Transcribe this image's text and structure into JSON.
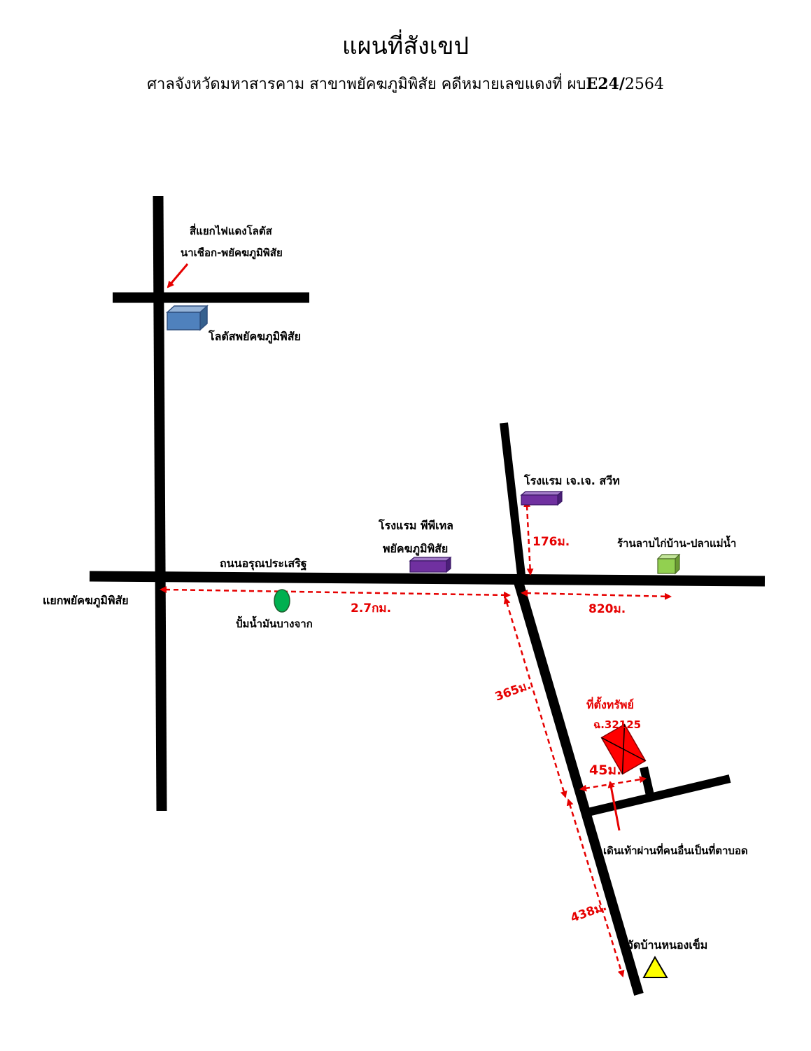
{
  "header": {
    "title": "แผนที่สังเขป",
    "subtitle_prefix": "ศาลจังหวัดมหาสารคาม สาขาพยัคฆภูมิพิสัย คดีหมายเลขแดงที่ ผบ",
    "subtitle_case": "E24/",
    "subtitle_year": "2564"
  },
  "labels": {
    "intersection_lotus_line1": "สี่แยกไฟแดงโลตัส",
    "intersection_lotus_line2": "นาเชือก-พยัคฆภูมิพิสัย",
    "lotus_store": "โลตัสพยัคฆภูมิพิสัย",
    "hotel_jj": "โรงแรม เจ.เจ. สวีท",
    "hotel_pp_line1": "โรงแรม พีพีเทล",
    "hotel_pp_line2": "พยัคฆภูมิพิสัย",
    "shop": "ร้านลาบไก่บ้าน-ปลาแม่น้ำ",
    "road_name": "ถนนอรุณประเสริฐ",
    "intersection_phayakkhaphum": "แยกพยัคฆภูมิพิสัย",
    "gas_station": "ปั้มน้ำมันบางจาก",
    "property_line1": "ที่ตั้งทรัพย์",
    "property_line2": "ฉ.32125",
    "walkway_note": "เดินเท้าผ่านที่คนอื่นเป็นที่ตาบอด",
    "temple": "วัดบ้านหนองเข็ม"
  },
  "distances": {
    "d_176": "176ม.",
    "d_27km": "2.7กม.",
    "d_820": "820ม.",
    "d_365": "365ม.",
    "d_45": "45ม.",
    "d_438": "438ม."
  },
  "colors": {
    "road": "#000000",
    "distance": "#e60000",
    "lotus_box": "#4f81bd",
    "hotel_box": "#7030a0",
    "shop_box": "#92d050",
    "gas_station": "#00b050",
    "property": "#ff0000",
    "temple": "#ffff00"
  },
  "icons": {
    "gas_station": "green-ellipse-marker",
    "temple": "triangle-marker",
    "property": "crossed-rectangle-marker"
  }
}
